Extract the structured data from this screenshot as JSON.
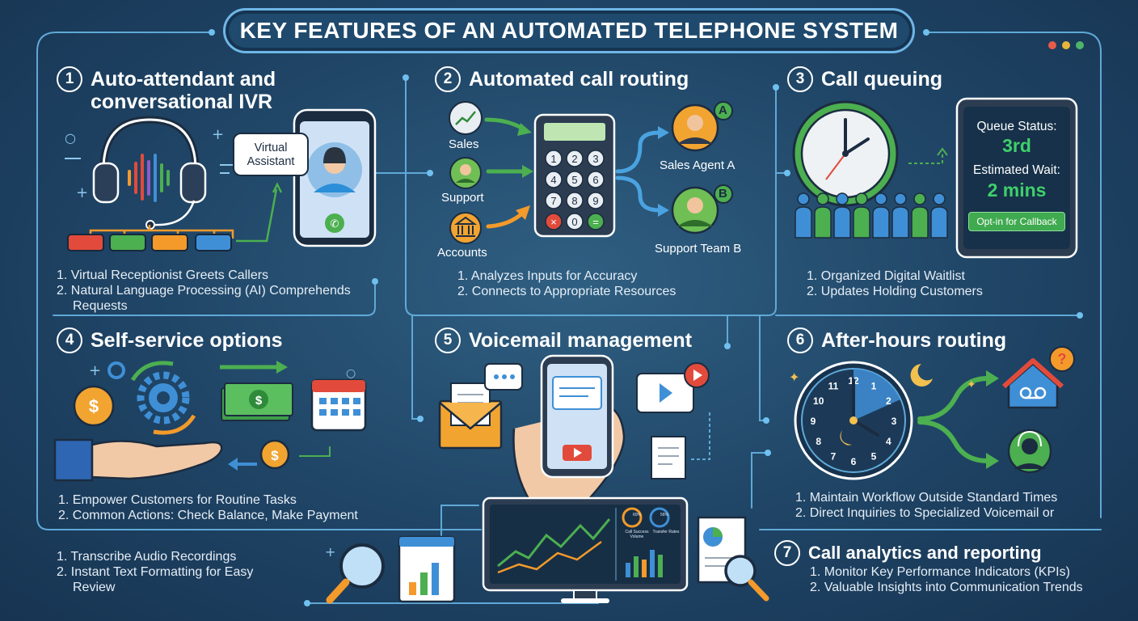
{
  "title": "KEY FEATURES OF AN AUTOMATED TELEPHONE SYSTEM",
  "colors": {
    "background": "#1f4465",
    "wire": "#5fa9d8",
    "accent_green": "#4caf50",
    "accent_orange": "#f39a2b",
    "accent_red": "#e24b3b",
    "accent_blue": "#3f8fd6",
    "status_green": "#3fd06b"
  },
  "sections": [
    {
      "number": "1",
      "title": "Auto-attendant and conversational IVR",
      "items": [
        "1. Virtual Receptionist Greets Callers",
        "2. Natural Language Processing (AI) Comprehends Requests"
      ],
      "bubble": "Virtual Assistant",
      "icons": [
        "headset-icon",
        "phone-icon",
        "agent-avatar-icon",
        "tree-diagram-icon"
      ]
    },
    {
      "number": "2",
      "title": "Automated call routing",
      "items": [
        "1. Analyzes Inputs for Accuracy",
        "2. Connects to Appropriate Resources"
      ],
      "sources": [
        "Sales",
        "Support",
        "Accounts"
      ],
      "keypad": [
        "1",
        "2",
        "3",
        "4",
        "5",
        "6",
        "7",
        "8",
        "9",
        "×",
        "0",
        "="
      ],
      "targets": [
        {
          "label": "Sales Agent A",
          "badge": "A"
        },
        {
          "label": "Support Team B",
          "badge": "B"
        }
      ]
    },
    {
      "number": "3",
      "title": "Call queuing",
      "items": [
        "1. Organized Digital Waitlist",
        "2. Updates Holding Customers"
      ],
      "queue_status_label": "Queue Status:",
      "queue_status_value": "3rd",
      "wait_label": "Estimated Wait:",
      "wait_value": "2 mins",
      "callback_button": "Opt-in for Callback"
    },
    {
      "number": "4",
      "title": "Self-service options",
      "items": [
        "1. Empower Customers for Routine Tasks",
        "2. Common Actions: Check Balance, Make Payment"
      ],
      "icons": [
        "coin-icon",
        "gears-icon",
        "money-icon",
        "calendar-icon",
        "hand-icon"
      ]
    },
    {
      "number": "5",
      "title": "Voicemail management",
      "items": [
        "1. Transcribe Audio Recordings",
        "2. Instant Text Formatting for Easy Review"
      ],
      "monitor_labels": [
        "Call Success Volume",
        "Transfer Rates"
      ],
      "monitor_values": [
        "60%",
        "56%"
      ]
    },
    {
      "number": "6",
      "title": "After-hours routing",
      "items": [
        "1. Maintain Workflow Outside Standard Times",
        "2. Direct Inquiries to Specialized Voicemail or"
      ],
      "clock_numbers": [
        "12",
        "1",
        "2",
        "3",
        "4",
        "5",
        "6",
        "7",
        "8",
        "9",
        "10",
        "11"
      ]
    },
    {
      "number": "7",
      "title": "Call analytics and reporting",
      "items": [
        "1. Monitor Key Performance Indicators (KPIs)",
        "2. Valuable Insights into Communication Trends"
      ]
    }
  ]
}
